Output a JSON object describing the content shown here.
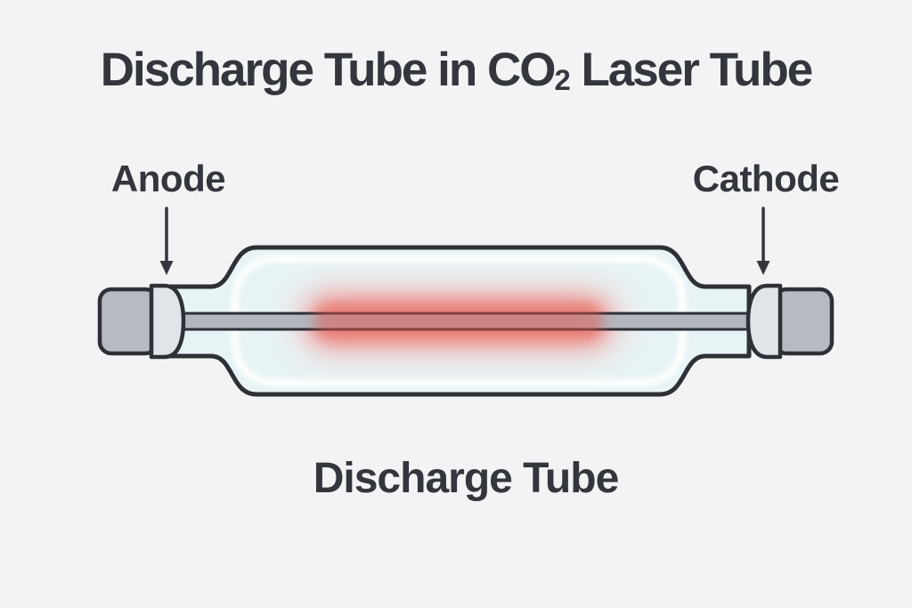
{
  "page": {
    "background_color": "#f2f3f5",
    "text_color": "#33363d"
  },
  "title": {
    "prefix": "Discharge Tube in CO",
    "subscript": "2",
    "suffix": " Laser Tube"
  },
  "labels": {
    "anode": "Anode",
    "cathode": "Cathode",
    "caption": "Discharge Tube"
  },
  "icons": {
    "anode_arrow": "arrow-down-icon",
    "cathode_arrow": "arrow-down-icon"
  },
  "colors": {
    "outline": "#2e3038",
    "glass": "#e8f3f6",
    "glass_highlight": "#ffffff",
    "electrode_cap": "#b6bac1",
    "electrode_collar": "#e1e4e9",
    "inner_tube": "#b3b6bd",
    "glow_outer": "#f0928b",
    "glow_mid": "#ee837b",
    "glow_core": "#e4564e",
    "arrow": "#33363d"
  }
}
